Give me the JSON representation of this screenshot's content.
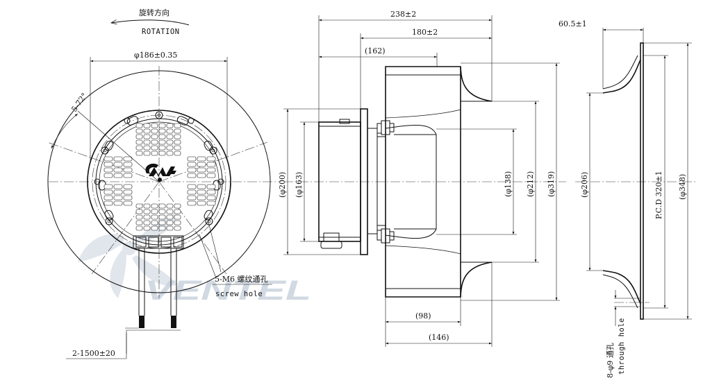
{
  "labels": {
    "rotation_cn": "旋转方向",
    "rotation_en": "ROTATION",
    "d186": "φ186±0.35",
    "angle": "5-72°",
    "screw_cn": "5-M6 螺纹通孔",
    "screw_en": "screw hole",
    "cable": "2-1500±20",
    "w238": "238±2",
    "w180": "180±2",
    "w162": "(162)",
    "d200": "(φ200)",
    "d163": "(φ163)",
    "d138": "(φ138)",
    "d212": "(φ212)",
    "d319": "(φ319)",
    "w98": "(98)",
    "w146": "(146)",
    "w60": "60.5±1",
    "d206": "(φ206)",
    "pcd": "P.C.D 320±1",
    "d348": "(φ348)",
    "holes_cn": "8-φ9 通孔",
    "holes_en": "through hole",
    "watermark": "VENTEL"
  },
  "colors": {
    "line": "#111111",
    "watermark": "#c9d3dd"
  }
}
